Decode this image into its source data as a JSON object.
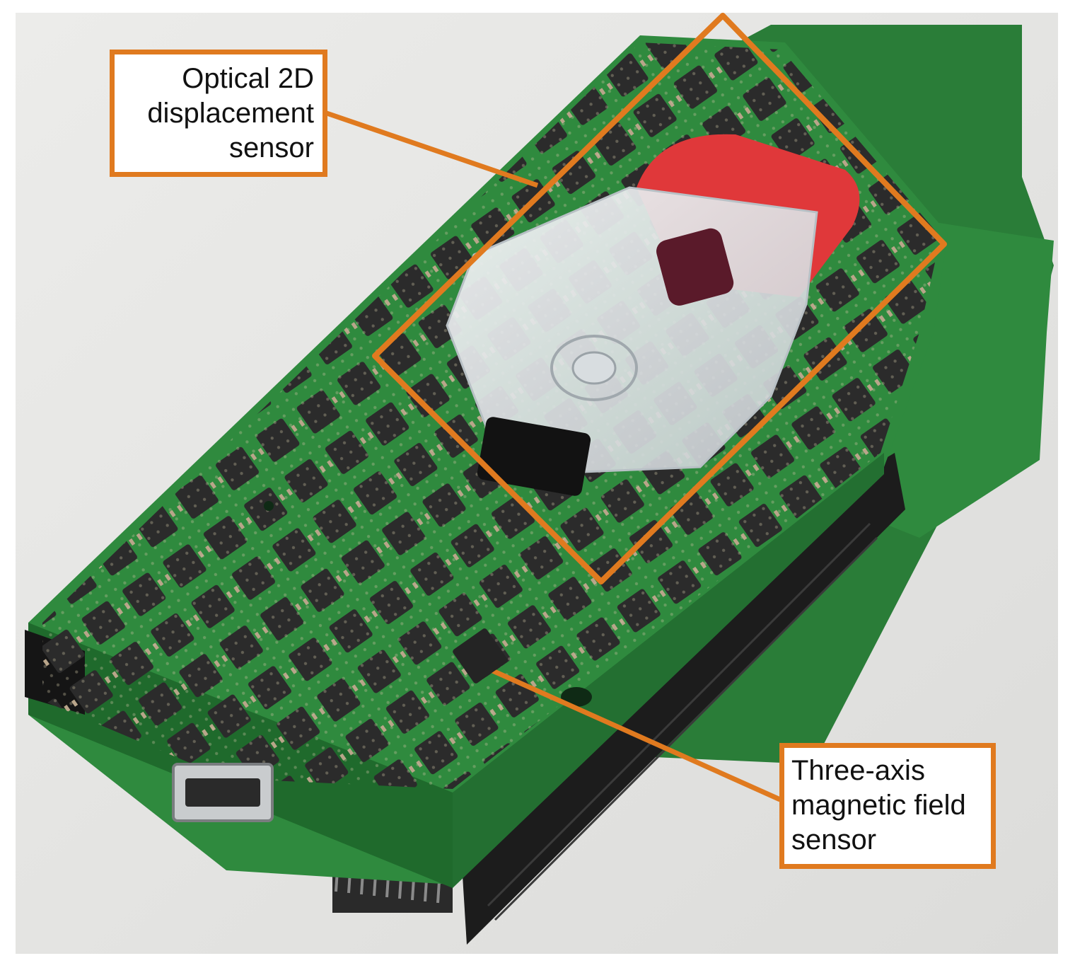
{
  "callouts": {
    "optical": {
      "lines": [
        "Optical 2D",
        "displacement",
        "sensor"
      ]
    },
    "magnetic": {
      "lines": [
        "Three-axis",
        "magnetic field",
        "sensor"
      ]
    }
  },
  "colors": {
    "background": "#e8e8e6",
    "pcb_green": "#2f8a3e",
    "pcb_green_dark": "#1f6a2c",
    "chip": "#2b2b2b",
    "annotation_orange": "#e07a1f",
    "sensor_red": "#e0383a"
  }
}
